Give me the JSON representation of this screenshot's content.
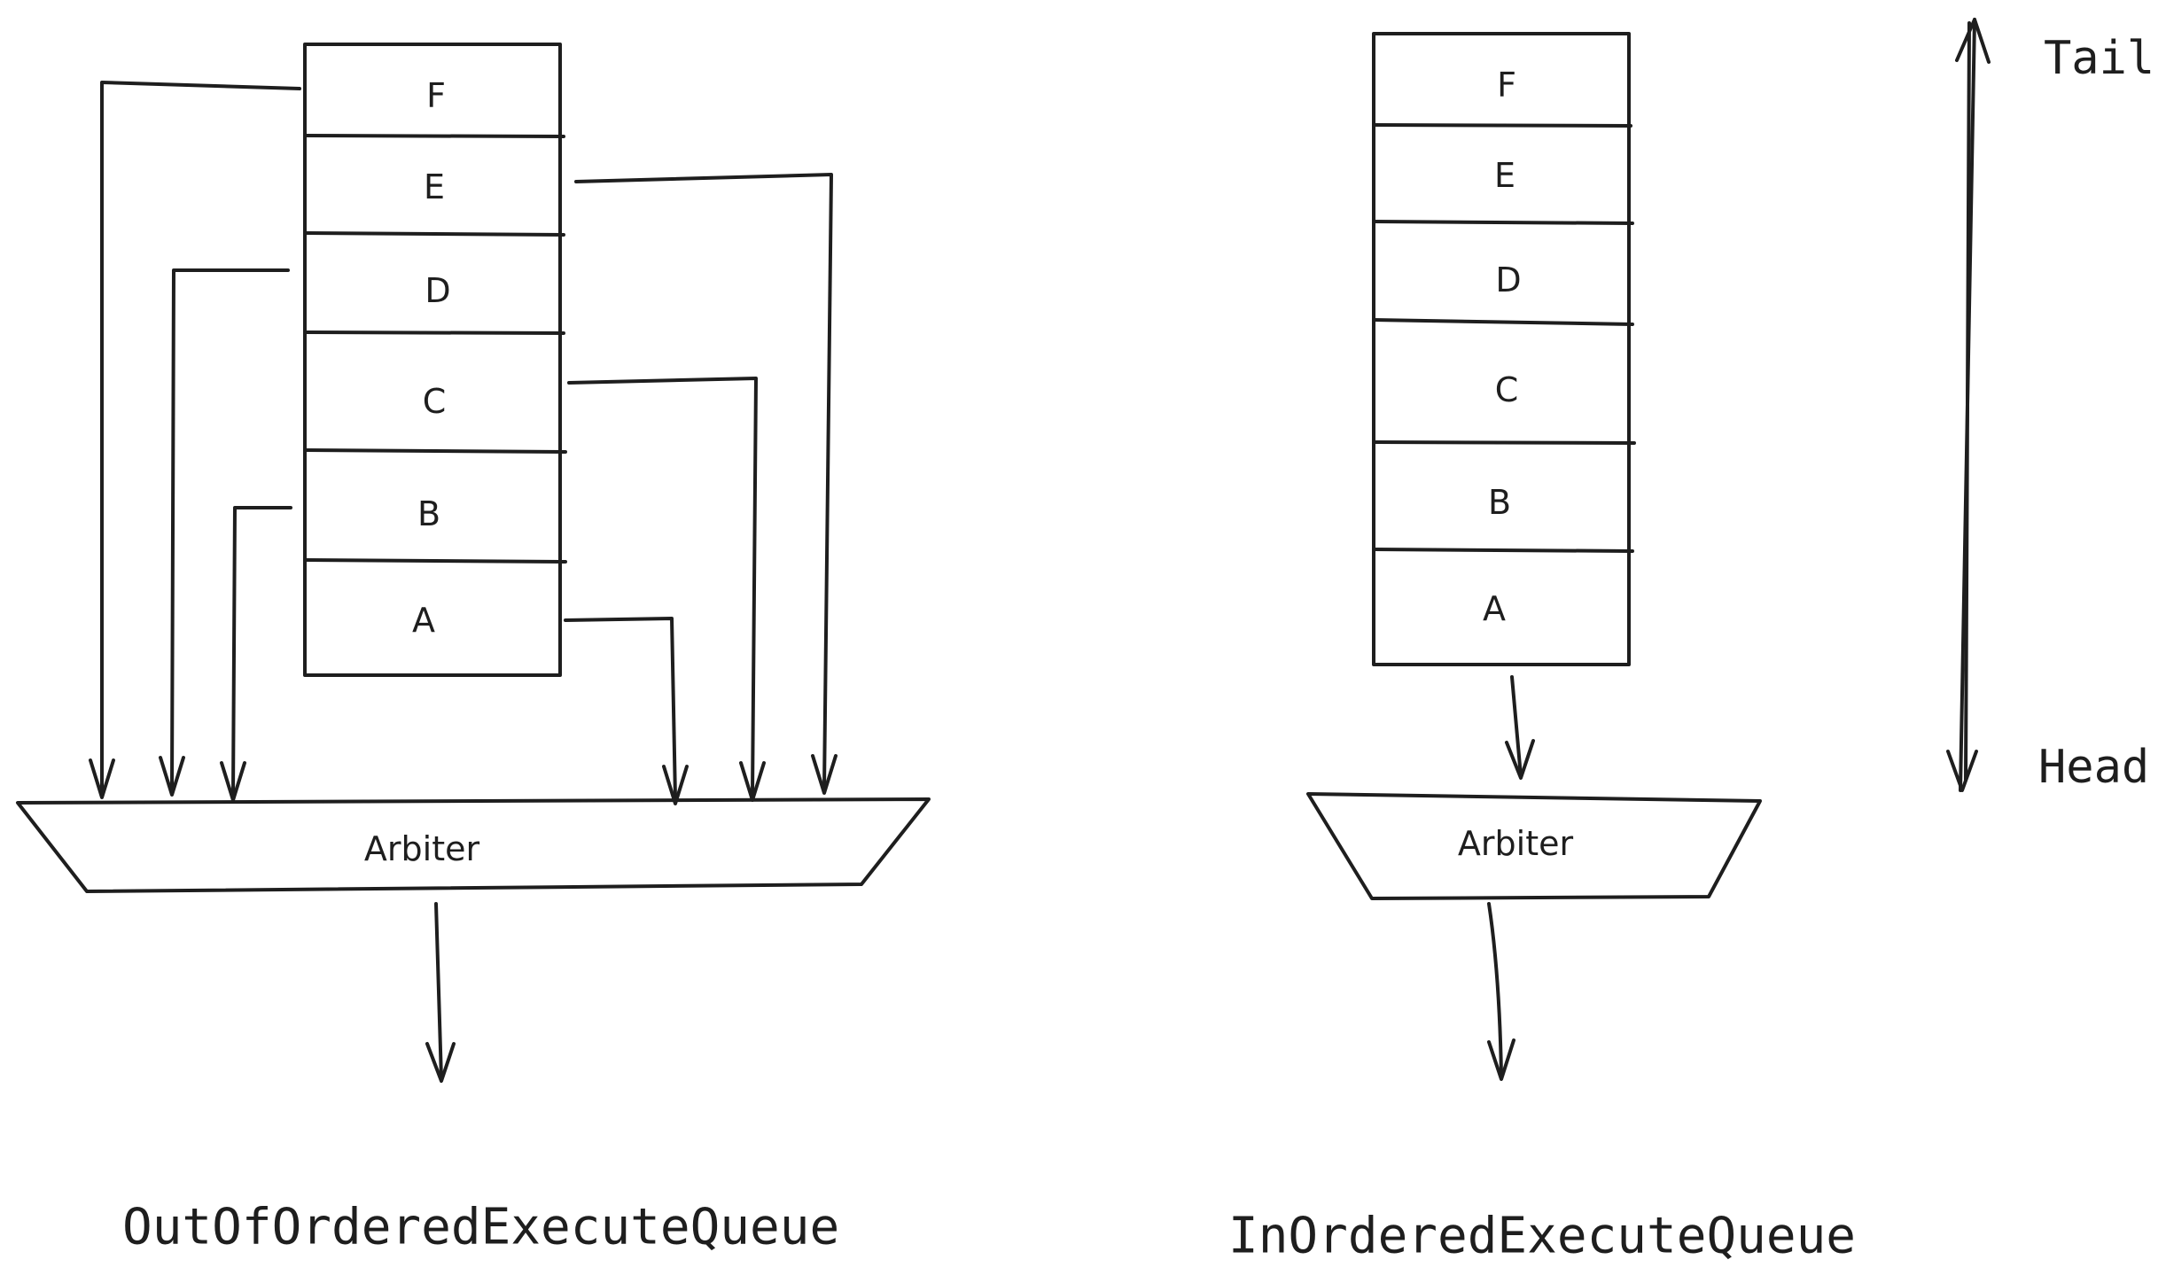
{
  "left_diagram": {
    "queue_items": [
      "F",
      "E",
      "D",
      "C",
      "B",
      "A"
    ],
    "arbiter_label": "Arbiter",
    "title": "OutOfOrderedExecuteQueue"
  },
  "right_diagram": {
    "queue_items": [
      "F",
      "E",
      "D",
      "C",
      "B",
      "A"
    ],
    "arbiter_label": "Arbiter",
    "title": "InOrderedExecuteQueue"
  },
  "direction": {
    "tail_label": "Tail",
    "head_label": "Head"
  }
}
